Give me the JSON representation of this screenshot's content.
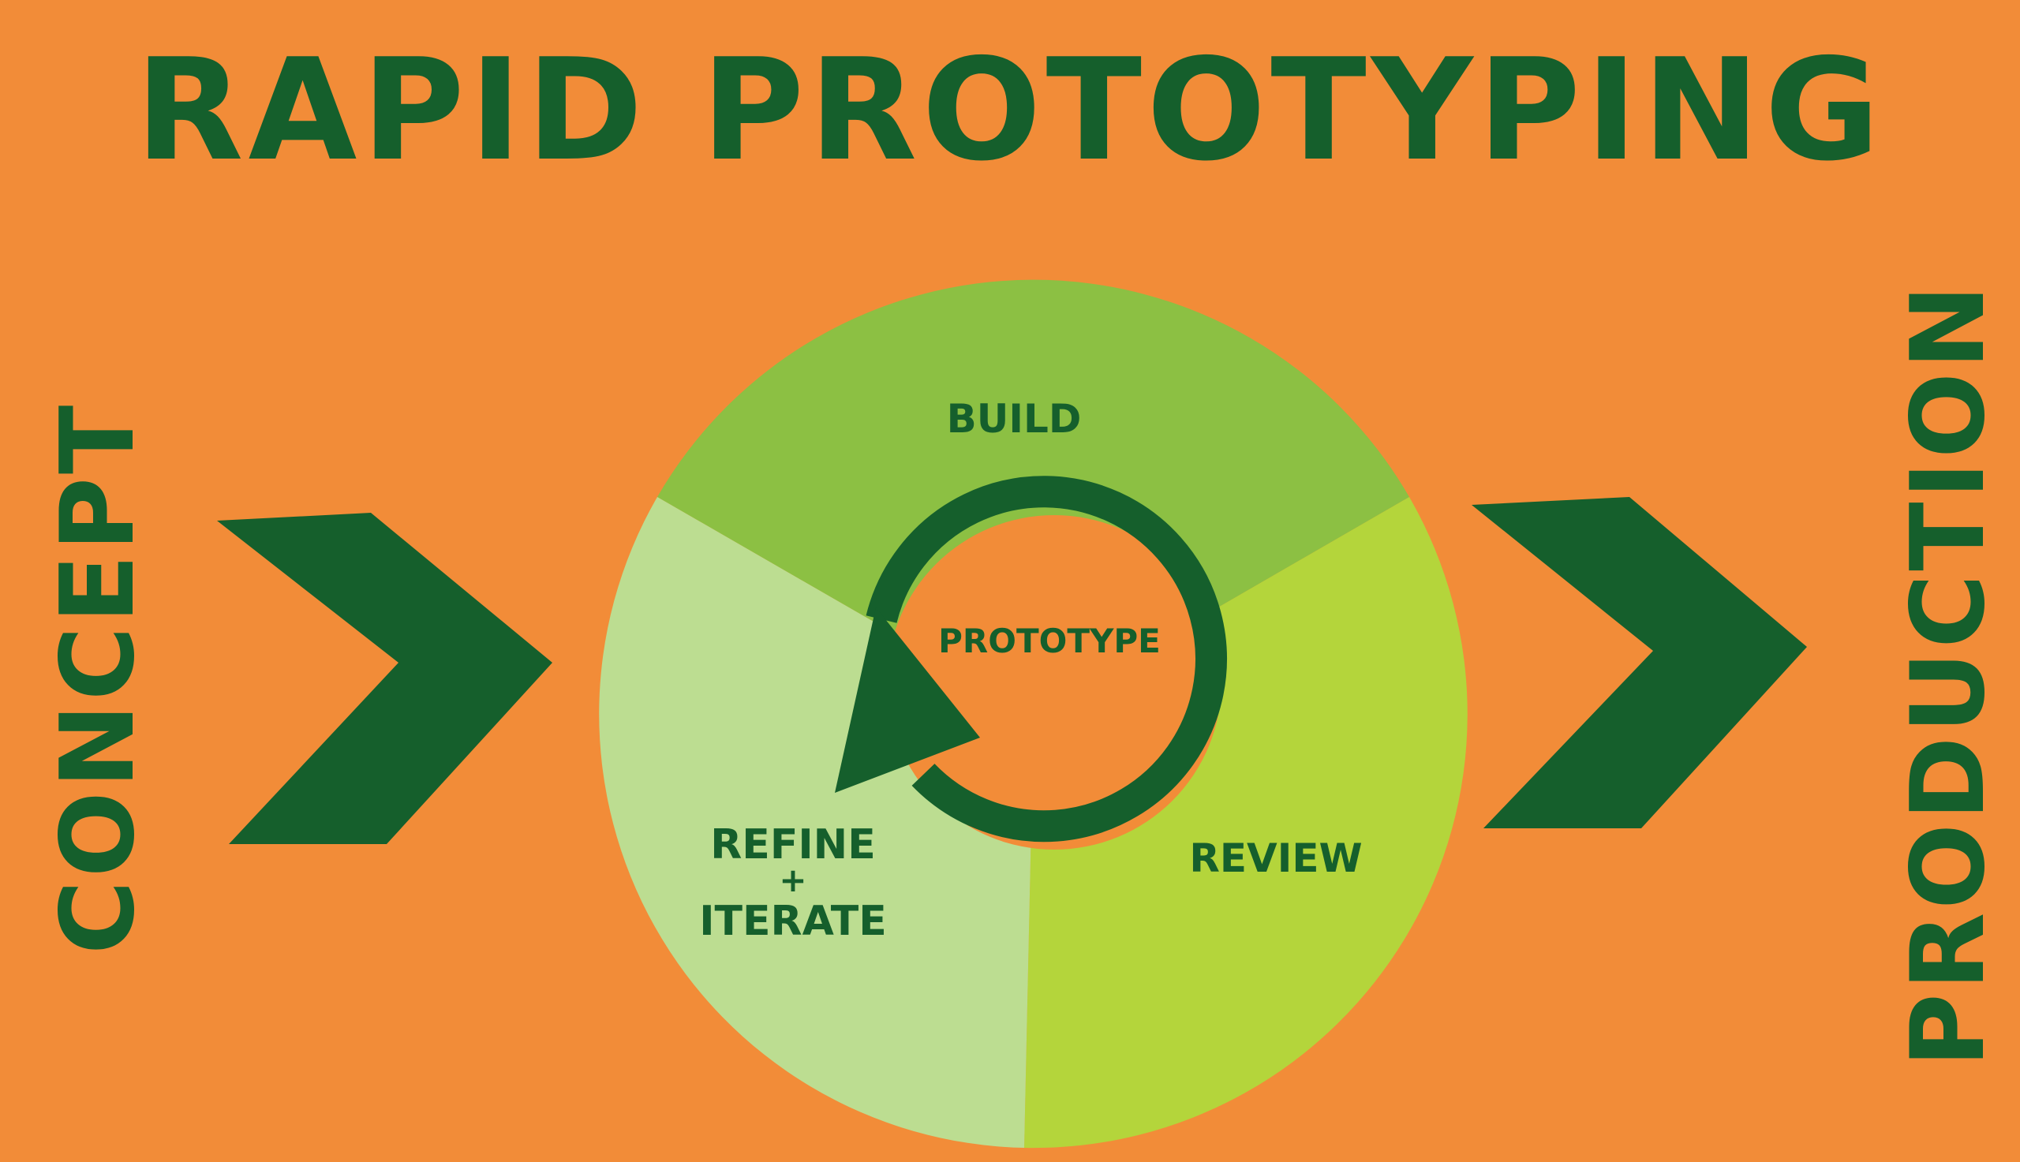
{
  "title": "RAPID PROTOTYPING",
  "left_label": "CONCEPT",
  "right_label": "PRODUCTION",
  "cycle": {
    "center_label": "PROTOTYPE",
    "stages": [
      {
        "label": "BUILD",
        "color": "#8cc043"
      },
      {
        "label": "REVIEW",
        "color": "#b4d53b"
      },
      {
        "label_line1": "REFINE",
        "label_line2": "+",
        "label_line3": "ITERATE",
        "color": "#bcdd91"
      }
    ]
  },
  "colors": {
    "background": "#f28c38",
    "ink": "#155f2c",
    "arrow": "#155f2c"
  }
}
